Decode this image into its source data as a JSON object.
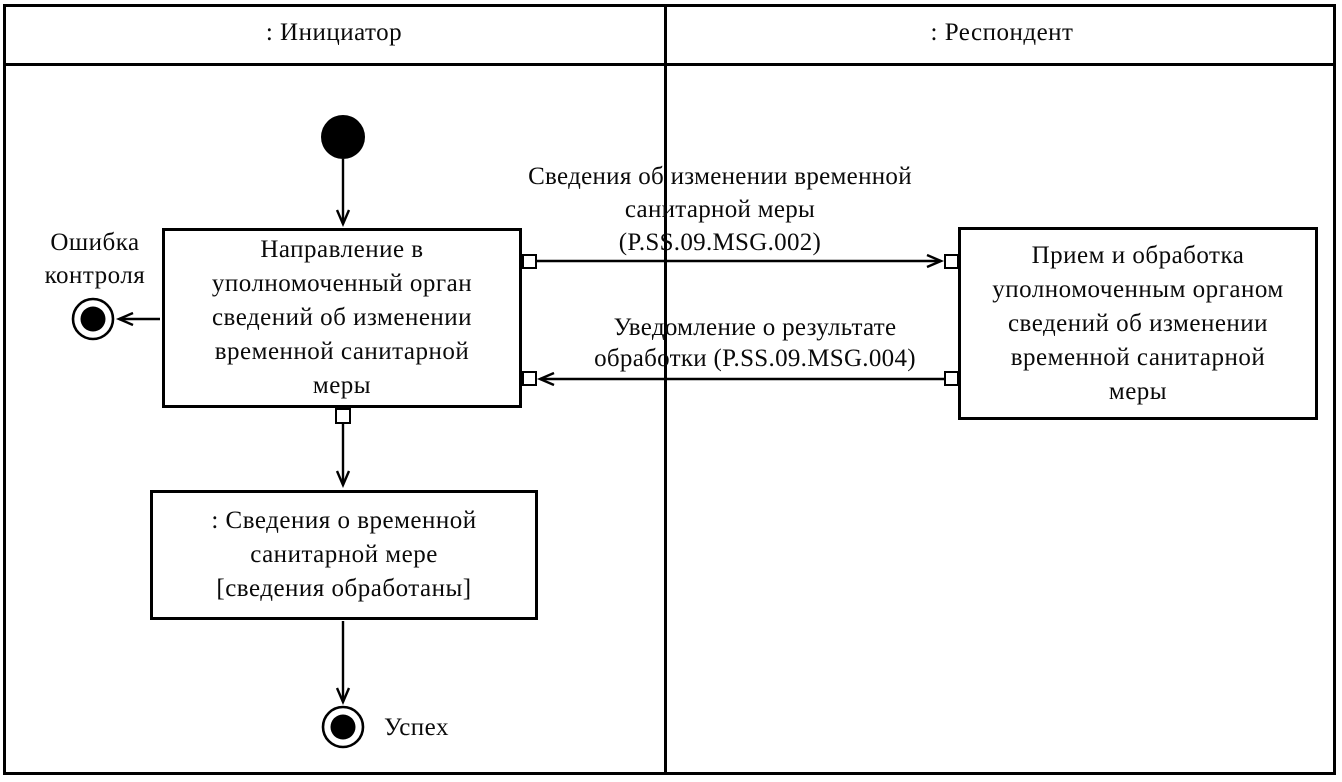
{
  "lanes": {
    "initiator": ": Инициатор",
    "respondent": ": Респондент"
  },
  "activities": {
    "initiator_send": {
      "lines": [
        "Направление в",
        "уполномоченный орган",
        "сведений об изменении",
        "временной санитарной",
        "меры"
      ]
    },
    "respondent_process": {
      "lines": [
        "Прием и обработка",
        "уполномоченным органом",
        "сведений об изменении",
        "временной санитарной",
        "меры"
      ]
    }
  },
  "object_node": {
    "lines": [
      ": Сведения о временной",
      "санитарной мере",
      "[сведения обработаны]"
    ]
  },
  "messages": {
    "msg_002": {
      "lines": [
        "Сведения об изменении временной",
        "санитарной меры",
        "(P.SS.09.MSG.002)"
      ]
    },
    "msg_004": {
      "lines": [
        "Уведомление о результате",
        "обработки (P.SS.09.MSG.004)"
      ]
    }
  },
  "terminals": {
    "error": {
      "lines": [
        "Ошибка",
        "контроля"
      ]
    },
    "success": "Успех"
  },
  "colors": {
    "ink": "#000000",
    "background": "#ffffff"
  }
}
